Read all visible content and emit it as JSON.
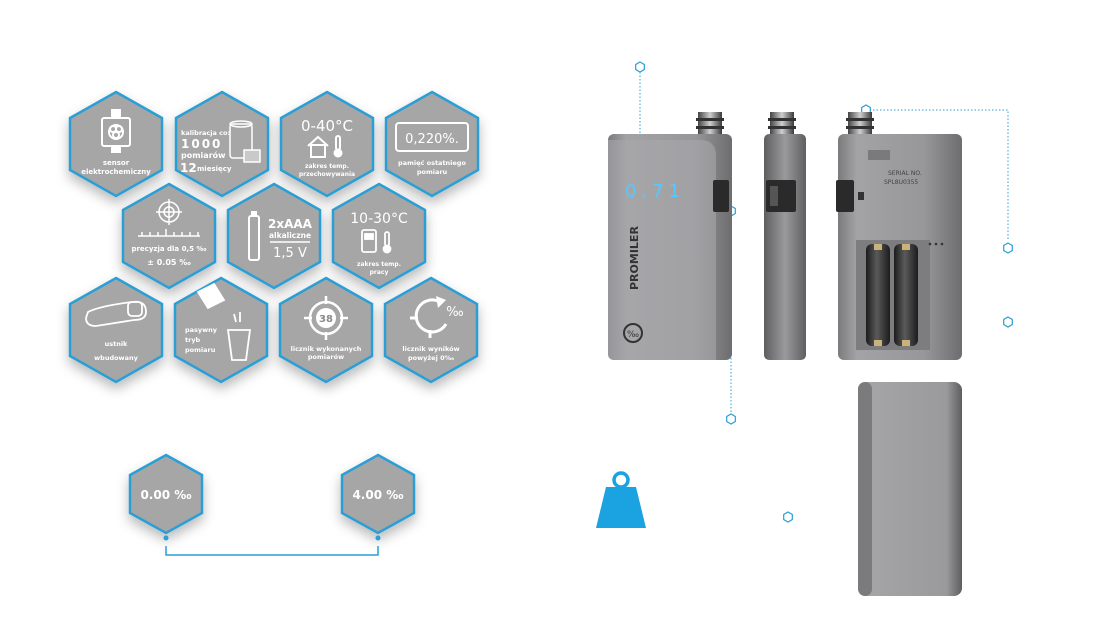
{
  "colors": {
    "hex_fill": "#a6a6a6",
    "hex_border": "#2a9fd6",
    "accent": "#1aa3e0",
    "device": "#8e8e90",
    "device_dark": "#6e6e70",
    "display_digits": "#56c8ff"
  },
  "features": {
    "sensor": {
      "line1": "sensor",
      "line2": "elektrochemiczny",
      "icon": "electrochemical-sensor-icon"
    },
    "calibration": {
      "top": "kalibracja co:",
      "count": "1000",
      "unit": "pomiarów",
      "months_num": "12",
      "months_word": "miesięcy",
      "icon": "calibration-device-icon"
    },
    "storage_temp": {
      "range": "0-40°C",
      "line1": "zakres temp.",
      "line2": "przechowywania",
      "icon": "house-thermometer-icon"
    },
    "memory": {
      "value": "0,220%.",
      "line1": "pamięć ostatniego",
      "line2": "pomiaru",
      "icon": "lcd-memory-icon"
    },
    "precision": {
      "line1": "precyzja dla 0,5 ‰",
      "line2": "± 0.05 ‰",
      "icon": "target-scale-icon"
    },
    "battery": {
      "type": "2xAAA",
      "sub": "alkaliczne",
      "voltage": "1,5 V",
      "icon": "battery-icon"
    },
    "work_temp": {
      "range": "10-30°C",
      "line1": "zakres temp.",
      "line2": "pracy",
      "icon": "device-thermometer-icon"
    },
    "mouthpiece": {
      "line1": "ustnik",
      "line2": "wbudowany",
      "icon": "mouthpiece-icon"
    },
    "passive": {
      "line1": "pasywny",
      "line2": "tryb",
      "line3": "pomiaru",
      "icon": "glass-icon"
    },
    "counter": {
      "number": "38",
      "line1": "licznik wykonanych",
      "line2": "pomiarów",
      "icon": "crosshair-counter-icon"
    },
    "results": {
      "line1": "licznik wyników",
      "line2": "powyżej 0‰",
      "icon": "per-mille-arrow-icon"
    }
  },
  "range": {
    "min": "0.00 ‰",
    "max": "4.00 ‰"
  },
  "device": {
    "display": "0.71",
    "brand": "PROMILER",
    "serial_label": "SERIAL NO.",
    "serial_value": "SPL8U0355"
  },
  "weight_icon": "weight-icon"
}
